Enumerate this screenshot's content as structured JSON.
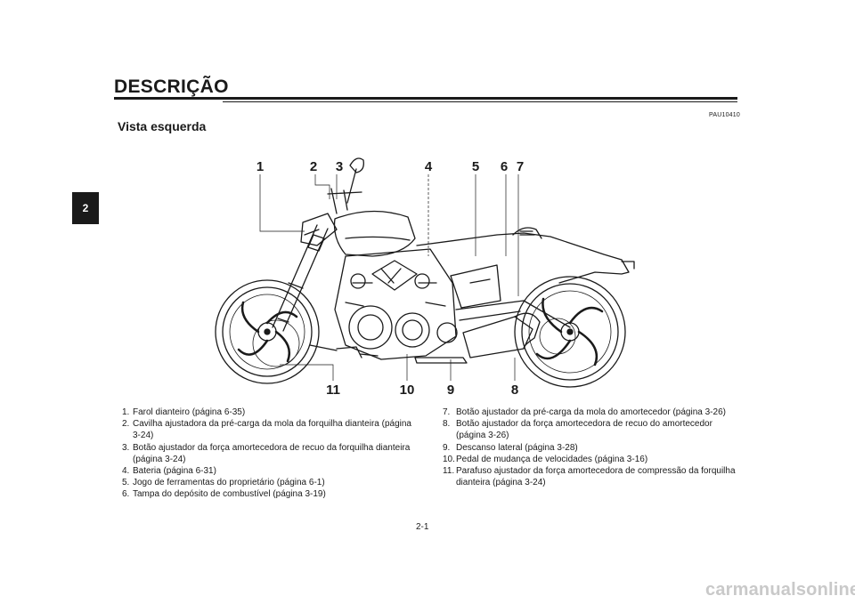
{
  "header": {
    "title": "DESCRIÇÃO",
    "chapter_tab": "2",
    "code": "PAU10410"
  },
  "section": {
    "subtitle": "Vista esquerda"
  },
  "figure": {
    "callouts_top": [
      "1",
      "2",
      "3",
      "4",
      "5",
      "6",
      "7"
    ],
    "callouts_bottom": [
      "11",
      "10",
      "9",
      "8"
    ]
  },
  "legend_left": [
    {
      "n": "1.",
      "text": "Farol dianteiro (página 6-35)"
    },
    {
      "n": "2.",
      "text": "Cavilha ajustadora da pré-carga da mola da forquilha dianteira (página 3-24)"
    },
    {
      "n": "3.",
      "text": "Botão ajustador da força amortecedora de recuo da forquilha dianteira (página 3-24)"
    },
    {
      "n": "4.",
      "text": "Bateria (página 6-31)"
    },
    {
      "n": "5.",
      "text": "Jogo de ferramentas do proprietário (página 6-1)"
    },
    {
      "n": "6.",
      "text": "Tampa do depósito de combustível (página 3-19)"
    }
  ],
  "legend_right": [
    {
      "n": "7.",
      "text": "Botão ajustador da pré-carga da mola do amortecedor (página 3-26)"
    },
    {
      "n": "8.",
      "text": "Botão ajustador da força amortecedora de recuo do amortecedor (página 3-26)"
    },
    {
      "n": "9.",
      "text": "Descanso lateral (página 3-28)"
    },
    {
      "n": "10.",
      "text": "Pedal de mudança de velocidades (página 3-16)"
    },
    {
      "n": "11.",
      "text": "Parafuso ajustador da força amortecedora de compressão da forquilha dianteira (página 3-24)"
    }
  ],
  "footer": {
    "page_number": "2-1",
    "watermark": "carmanualsonline.info"
  }
}
